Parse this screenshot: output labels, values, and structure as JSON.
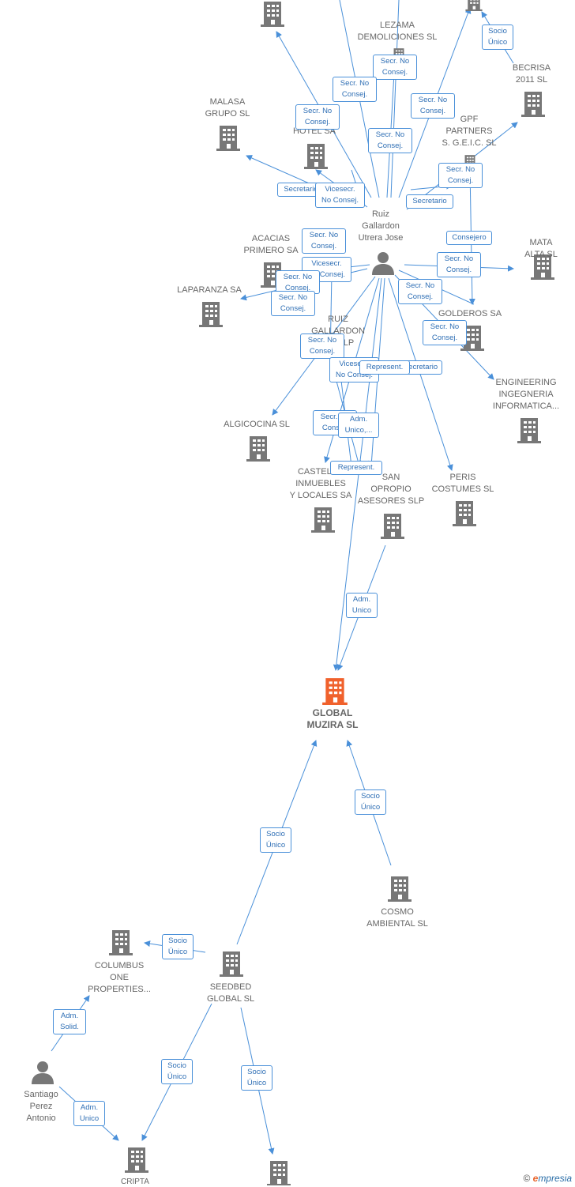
{
  "colors": {
    "edge": "#4a90d9",
    "node": "#777777",
    "main_node": "#f0612c",
    "label": "#666666"
  },
  "nodes": [
    {
      "id": "top1",
      "label": "",
      "type": "company"
    },
    {
      "id": "top2",
      "label": "",
      "type": "company"
    },
    {
      "id": "lezama",
      "label": "LEZAMA\nDEMOLICIONES SL",
      "type": "company"
    },
    {
      "id": "becrisa",
      "label": "BECRISA\n2011 SL",
      "type": "company"
    },
    {
      "id": "malasa",
      "label": "MALASA\nGRUPO SL",
      "type": "company"
    },
    {
      "id": "onhotel",
      "label": "ON...\nHOTEL SA",
      "type": "company"
    },
    {
      "id": "gpf",
      "label": "GPF\nPARTNERS\nS. G.E.I.C.  SL",
      "type": "company"
    },
    {
      "id": "ruizjose",
      "label": "Ruiz\nGallardon\nUtrera Jose",
      "type": "person"
    },
    {
      "id": "acacias",
      "label": "ACACIAS\nPRIMERO SA",
      "type": "company"
    },
    {
      "id": "mataalta",
      "label": "MATA ALTA SL",
      "type": "company"
    },
    {
      "id": "laparanza",
      "label": "LAPARANZA SA",
      "type": "company"
    },
    {
      "id": "golderos",
      "label": "GOLDEROS SA",
      "type": "company"
    },
    {
      "id": "ruizslp",
      "label": "RUIZ\nGALLARDON\n...S  SLP",
      "type": "company"
    },
    {
      "id": "engineering",
      "label": "ENGINEERING\nINGEGNERIA\nINFORMATICA...",
      "type": "company"
    },
    {
      "id": "algicocina",
      "label": "ALGICOCINA  SL",
      "type": "company"
    },
    {
      "id": "castell",
      "label": "CASTELL...\nINMUEBLES\nY LOCALES SA",
      "type": "company"
    },
    {
      "id": "sanopropio",
      "label": "SAN\nOPROPIO\nASESORES  SLP",
      "type": "company"
    },
    {
      "id": "peris",
      "label": "PERIS\nCOSTUMES  SL",
      "type": "company"
    },
    {
      "id": "global",
      "label": "GLOBAL\nMUZIRA  SL",
      "type": "main"
    },
    {
      "id": "cosmo",
      "label": "COSMO\nAMBIENTAL  SL",
      "type": "company"
    },
    {
      "id": "columbus",
      "label": "COLUMBUS\nONE\nPROPERTIES...",
      "type": "company"
    },
    {
      "id": "seedbed",
      "label": "SEEDBED\nGLOBAL  SL",
      "type": "company"
    },
    {
      "id": "santiago",
      "label": "Santiago\nPerez\nAntonio",
      "type": "person"
    },
    {
      "id": "cripta",
      "label": "CRIPTA",
      "type": "company"
    },
    {
      "id": "bottom2",
      "label": "",
      "type": "company"
    }
  ],
  "edge_labels": [
    "Socio\nÚnico",
    "Secr.  No\nConsej.",
    "Secr.  No\nConsej.",
    "Secr.  No\nConsej.",
    "Secr.  No\nConsej.",
    "Secr.  No\nConsej.",
    "Secr.  No\nConsej.",
    "Secretario",
    "Vicesecr.\nNo Consej.",
    "Secretario",
    "Secr.  No\nConsej.",
    "Consejero",
    "Secr.  No\nConsej.",
    "Vicesecr.\nNo Consej.",
    "Secr.  No\nConsej.",
    "Secr.  No\nConsej.",
    "Secr.  No\nConsej.",
    "Secr.  No\nConsej.",
    "Secr.  No\nConsej.",
    "Vicesecr.\nNo Consej.",
    "Represent.",
    "Secretario",
    "Secr.  No\nConsej.",
    "Adm.\nUnico,...",
    "Represent.",
    "Adm.\nUnico",
    "Socio\nÚnico",
    "Socio\nÚnico",
    "Socio\nÚnico",
    "Adm.\nSolid.",
    "Socio\nÚnico",
    "Socio\nÚnico",
    "Adm.\nUnico"
  ],
  "footer": {
    "copyright": "©",
    "brand_e": "e",
    "brand_rest": "mpresia"
  }
}
